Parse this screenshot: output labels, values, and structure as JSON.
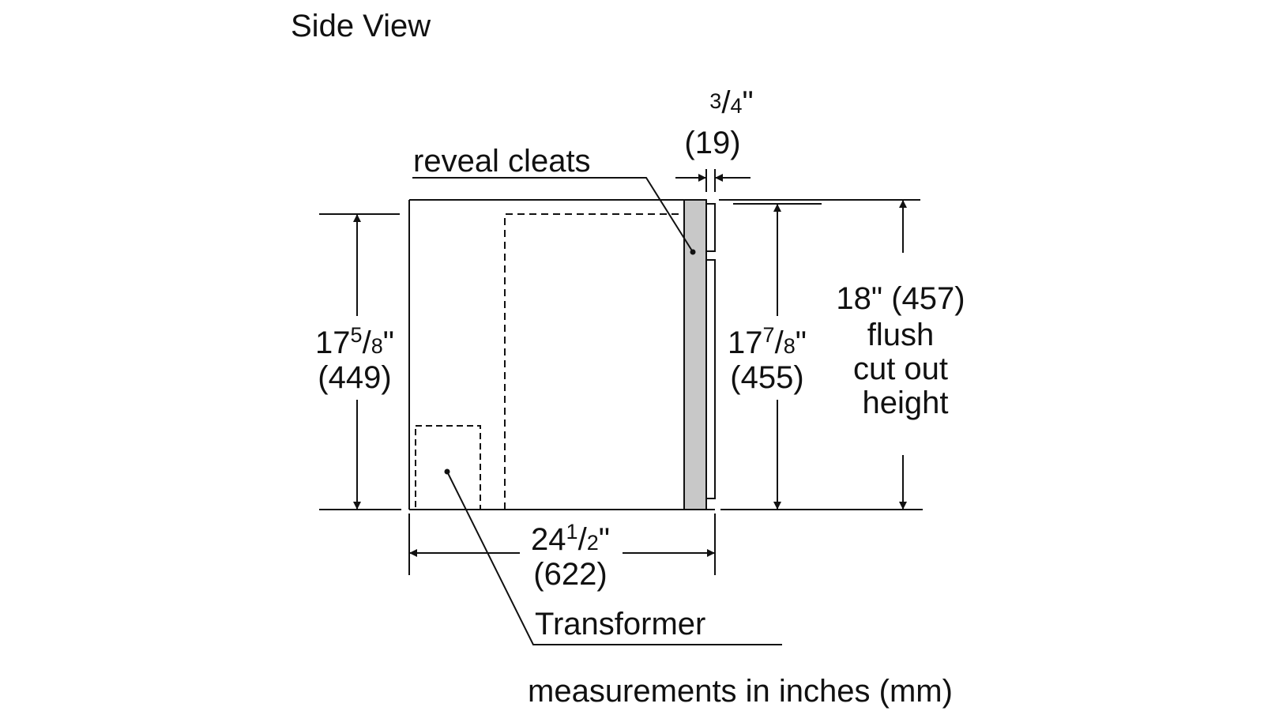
{
  "title": "Side View",
  "callouts": {
    "reveal_cleats": "reveal cleats",
    "transformer": "Transformer"
  },
  "dimensions": {
    "top_gap": {
      "fraction_num": "3",
      "fraction_sep": "/",
      "fraction_den": "4",
      "unit": "\"",
      "mm": "(19)"
    },
    "left_height": {
      "whole": "17",
      "fraction_num": "5",
      "fraction_sep": "/",
      "fraction_den": "8",
      "unit": "\"",
      "mm": "(449)"
    },
    "right_height": {
      "whole": "17",
      "fraction_num": "7",
      "fraction_sep": "/",
      "fraction_den": "8",
      "unit": "\"",
      "mm": "(455)"
    },
    "depth": {
      "whole": "24",
      "fraction_num": "1",
      "fraction_sep": "/",
      "fraction_den": "2",
      "unit": "\"",
      "mm": "(622)"
    },
    "flush": {
      "line1": "18\" (457)",
      "line2": "flush",
      "line3": "cut out",
      "line4": "height"
    }
  },
  "footer_note": "measurements in inches (mm)",
  "colors": {
    "line": "#111111",
    "panel_fill": "#c8c8c8",
    "background": "#ffffff"
  }
}
